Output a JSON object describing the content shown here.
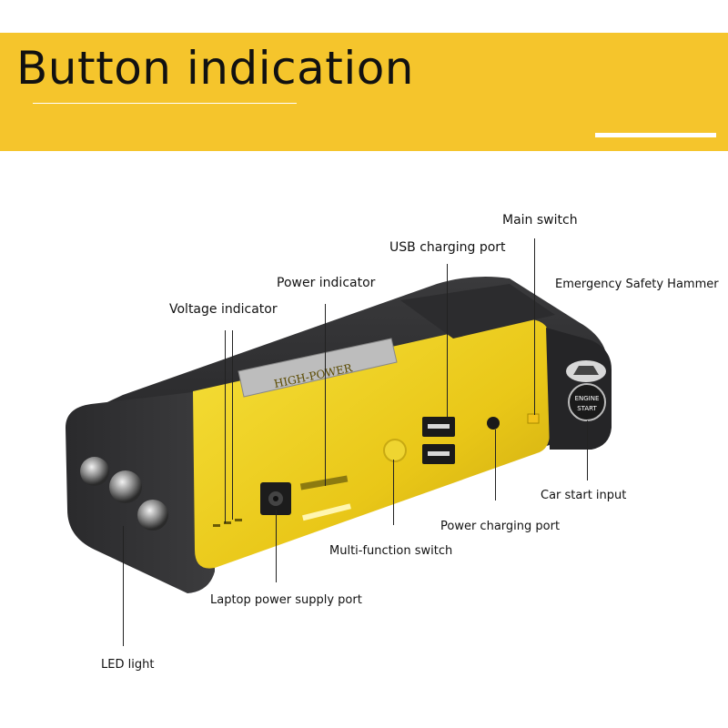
{
  "banner": {
    "title": "Button indication",
    "color": "#f5c52c"
  },
  "device": {
    "brand_plate": "HIGH-POWER",
    "button_labels": {
      "engine": "ENGINE",
      "start": "START"
    }
  },
  "labels": {
    "main_switch": "Main switch",
    "usb_charging_port": "USB charging port",
    "power_indicator": "Power indicator",
    "emergency_safety_hammer": "Emergency Safety Hammer",
    "voltage_indicator": "Voltage indicator",
    "car_start_input": "Car start input",
    "power_charging_port": "Power charging port",
    "multi_function_switch": "Multi-function switch",
    "laptop_power_supply_port": "Laptop power supply port",
    "led_light": "LED light"
  }
}
